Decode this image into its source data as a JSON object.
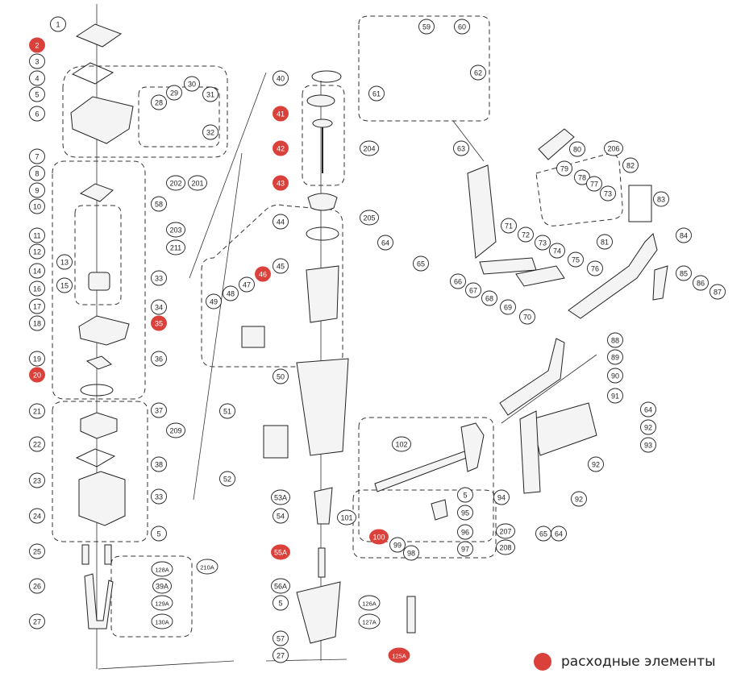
{
  "colors": {
    "consumable": "#d9413a",
    "line": "#222222",
    "leader": "#c0392b",
    "callout_fill": "#ffffff"
  },
  "legend": {
    "label": "расходные элементы"
  },
  "callouts": {
    "c1": "1",
    "c2": "2",
    "c3": "3",
    "c4": "4",
    "c5": "5",
    "c6": "6",
    "c7": "7",
    "c8": "8",
    "c9": "9",
    "c10": "10",
    "c11": "11",
    "c12": "12",
    "c13": "13",
    "c14": "14",
    "c15": "15",
    "c16": "16",
    "c17": "17",
    "c18": "18",
    "c19": "19",
    "c20": "20",
    "c21": "21",
    "c22": "22",
    "c23": "23",
    "c24": "24",
    "c25": "25",
    "c26": "26",
    "c27": "27",
    "c28": "28",
    "c29": "29",
    "c30": "30",
    "c31": "31",
    "c32": "32",
    "c33": "33",
    "c33b": "33",
    "c34": "34",
    "c35": "35",
    "c36": "36",
    "c37": "37",
    "c38": "38",
    "c5b": "5",
    "c128A": "128A",
    "c39A": "39A",
    "c129A": "129A",
    "c130A": "130A",
    "c202": "202",
    "c201": "201",
    "c203": "203",
    "c211": "211",
    "c209": "209",
    "c210A": "210A",
    "c58": "58",
    "c40": "40",
    "c41": "41",
    "c42": "42",
    "c43": "43",
    "c204": "204",
    "c44": "44",
    "c205": "205",
    "c45": "45",
    "c46": "46",
    "c47": "47",
    "c48": "48",
    "c49": "49",
    "c50": "50",
    "c51": "51",
    "c52": "52",
    "c53A": "53A",
    "c54": "54",
    "c55A": "55A",
    "c56A": "56A",
    "c5c": "5",
    "c57": "57",
    "c27b": "27",
    "c126A": "126A",
    "c127A": "127A",
    "c125A": "125A",
    "c101": "101",
    "c102": "102",
    "c100": "100",
    "c99": "99",
    "c98": "98",
    "c5d": "5",
    "c95": "95",
    "c96": "96",
    "c97": "97",
    "c207": "207",
    "c208": "208",
    "c94": "94",
    "c59": "59",
    "c60": "60",
    "c61": "61",
    "c62": "62",
    "c63": "63",
    "c80": "80",
    "c206": "206",
    "c79": "79",
    "c78": "78",
    "c77": "77",
    "c73": "73",
    "c71": "71",
    "c72": "72",
    "c73b": "73",
    "c74": "74",
    "c75": "75",
    "c76": "76",
    "c64": "64",
    "c65": "65",
    "c66": "66",
    "c67": "67",
    "c68": "68",
    "c69": "69",
    "c70": "70",
    "c81": "81",
    "c82": "82",
    "c83": "83",
    "c84": "84",
    "c85": "85",
    "c86": "86",
    "c87": "87",
    "c88": "88",
    "c89": "89",
    "c90": "90",
    "c91": "91",
    "c64b": "64",
    "c92": "92",
    "c93": "93",
    "c92b": "92",
    "c92c": "92",
    "c65b": "65",
    "c64c": "64"
  },
  "consumables": [
    "2",
    "20",
    "35",
    "41",
    "42",
    "43",
    "46",
    "55A",
    "100",
    "125A"
  ]
}
